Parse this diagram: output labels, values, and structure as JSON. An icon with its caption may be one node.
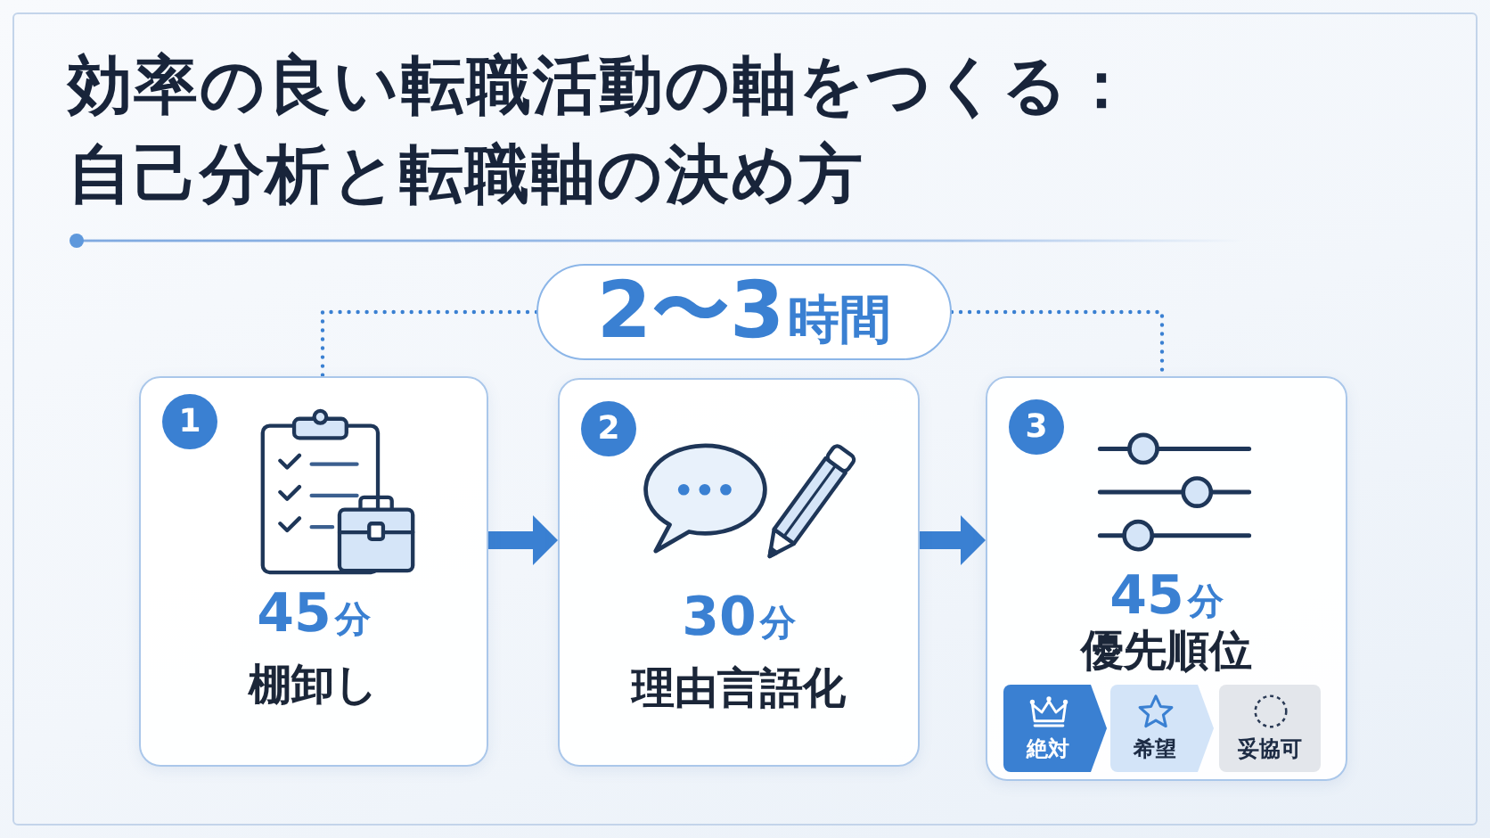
{
  "diagram": {
    "title": "効率の良い転職活動の軸をつくる：自己分析と転職軸の決め方",
    "nodes": [
      {
        "text": [
          "2〜3時間"
        ]
      },
      {
        "text": [
          "45分",
          "棚卸し"
        ]
      },
      {
        "text": [
          "1"
        ],
        "in": 1
      },
      {
        "text": [
          "30分",
          "理由言語化"
        ]
      },
      {
        "text": [
          "2"
        ],
        "in": 3
      },
      {
        "text": [
          "45分",
          "優先順位"
        ]
      },
      {
        "text": [
          "3"
        ],
        "in": 5
      },
      {
        "text": [
          "絶対"
        ],
        "in": 5
      },
      {
        "text": [
          "希望"
        ],
        "in": 5
      },
      {
        "text": [
          "妥協可"
        ],
        "in": 5
      }
    ],
    "edges": [
      {
        "from": 0,
        "to": 1,
        "arrow": "none",
        "style": "dashed"
      },
      {
        "from": 0,
        "to": 5,
        "arrow": "none",
        "style": "dashed"
      },
      {
        "from": 1,
        "to": 3,
        "arrow": "to",
        "style": "thick"
      },
      {
        "from": 3,
        "to": 5,
        "arrow": "to",
        "style": "thick"
      }
    ]
  }
}
